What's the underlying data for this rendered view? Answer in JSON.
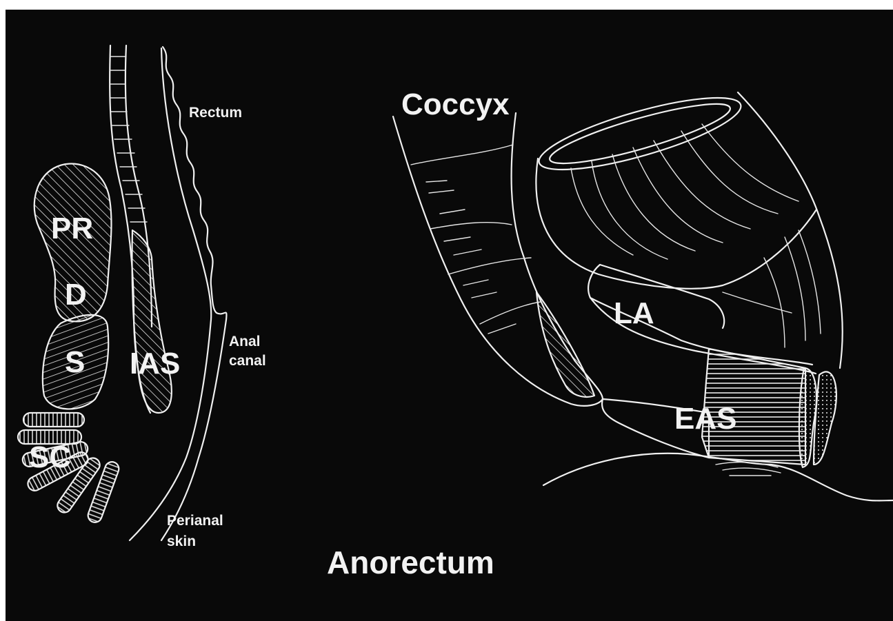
{
  "figure": {
    "title": "Anorectum",
    "background": "#090909",
    "line_color": "#f0f0f0"
  },
  "left_panel": {
    "labels": {
      "rectum": "Rectum",
      "anal_canal_1": "Anal",
      "anal_canal_2": "canal",
      "perianal_1": "Perianal",
      "perianal_2": "skin",
      "pr": "PR",
      "d": "D",
      "s": "S",
      "sc": "SC",
      "ias": "IAS"
    }
  },
  "right_panel": {
    "labels": {
      "coccyx": "Coccyx",
      "la": "LA",
      "eas": "EAS"
    }
  }
}
